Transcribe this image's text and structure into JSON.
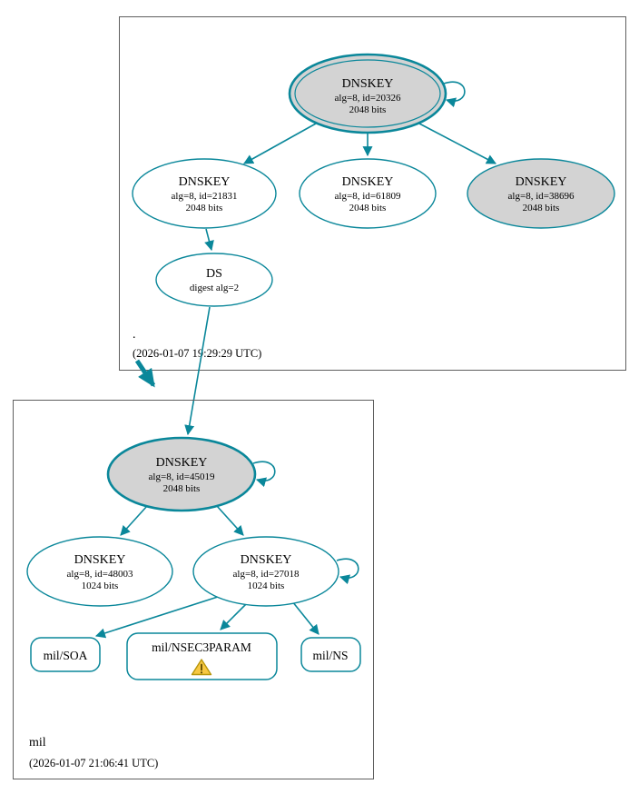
{
  "root_zone": {
    "name": ".",
    "timestamp": "(2026-01-07 19:29:29 UTC)",
    "ksk": {
      "type": "DNSKEY",
      "id_line": "alg=8, id=20326",
      "bits": "2048 bits"
    },
    "zsk_left": {
      "type": "DNSKEY",
      "id_line": "alg=8, id=21831",
      "bits": "2048 bits"
    },
    "zsk_mid": {
      "type": "DNSKEY",
      "id_line": "alg=8, id=61809",
      "bits": "2048 bits"
    },
    "ksk_revoked": {
      "type": "DNSKEY",
      "id_line": "alg=8, id=38696",
      "bits": "2048 bits"
    },
    "ds": {
      "type": "DS",
      "digest_line": "digest alg=2"
    }
  },
  "mil_zone": {
    "name": "mil",
    "timestamp": "(2026-01-07 21:06:41 UTC)",
    "ksk": {
      "type": "DNSKEY",
      "id_line": "alg=8, id=45019",
      "bits": "2048 bits"
    },
    "zsk_left": {
      "type": "DNSKEY",
      "id_line": "alg=8, id=48003",
      "bits": "1024 bits"
    },
    "zsk_right": {
      "type": "DNSKEY",
      "id_line": "alg=8, id=27018",
      "bits": "1024 bits"
    },
    "rrset_soa": {
      "label": "mil/SOA"
    },
    "rrset_nsec3param": {
      "label": "mil/NSEC3PARAM",
      "status_icon": "warning"
    },
    "rrset_ns": {
      "label": "mil/NS"
    }
  },
  "colors": {
    "edge": "#0a879a",
    "node_border": "#0a879a",
    "ksk_fill": "#d3d3d3",
    "node_fill": "#ffffff",
    "warning_fill": "#f7c843",
    "zone_box_border": "#5f5f5f"
  }
}
